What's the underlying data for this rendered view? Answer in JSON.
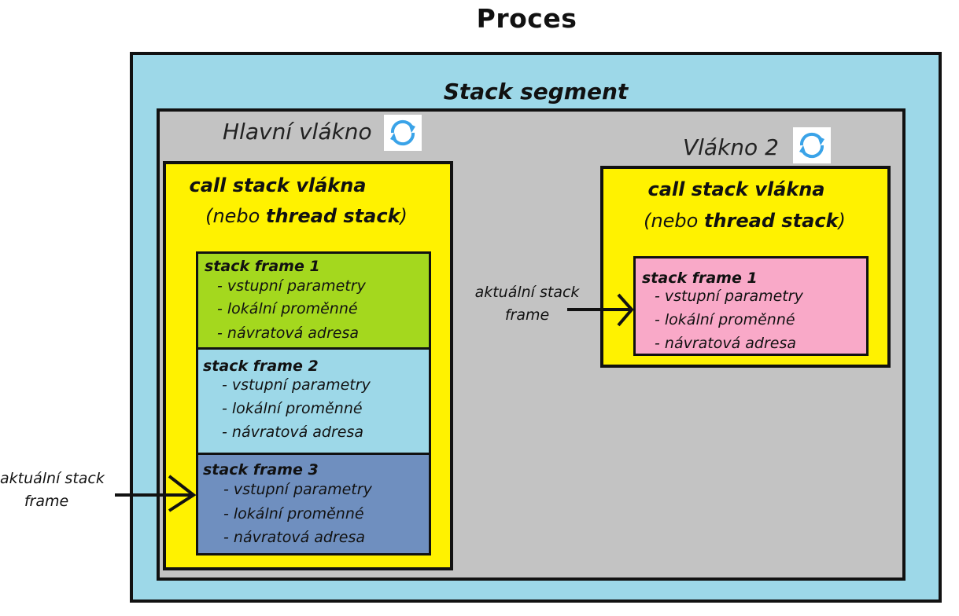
{
  "title": "Proces",
  "segment_label": "Stack segment",
  "threads": [
    {
      "name": "Hlavní vlákno",
      "icon": "refresh-icon",
      "callstack_title": "call stack vlákna",
      "callstack_sub_prefix": "(nebo ",
      "callstack_sub_bold": "thread stack",
      "callstack_sub_suffix": ")",
      "frames": [
        {
          "title": "stack frame 1",
          "items": [
            "- vstupní parametry",
            "- lokální proměnné",
            "- návratová adresa"
          ],
          "color": "#a4d81e"
        },
        {
          "title": "stack frame 2",
          "items": [
            "- vstupní parametry",
            "- lokální proměnné",
            "- návratová adresa"
          ],
          "color": "#9dd8e8"
        },
        {
          "title": "stack frame 3",
          "items": [
            "- vstupní parametry",
            "- lokální proměnné",
            "- návratová adresa"
          ],
          "color": "#6f8fbf"
        }
      ]
    },
    {
      "name": "Vlákno 2",
      "icon": "refresh-icon",
      "callstack_title": "call stack vlákna",
      "callstack_sub_prefix": "(nebo ",
      "callstack_sub_bold": "thread stack",
      "callstack_sub_suffix": ")",
      "frames": [
        {
          "title": "stack frame 1",
          "items": [
            "- vstupní parametry",
            "- lokální proměnné",
            "- návratová adresa"
          ],
          "color": "#f9a9c8"
        }
      ]
    }
  ],
  "pointer_labels": [
    {
      "line1": "aktuální stack",
      "line2": "frame"
    },
    {
      "line1": "aktuální stack",
      "line2": "frame"
    }
  ],
  "colors": {
    "process_bg": "#9dd8e8",
    "segment_bg": "#c3c3c3",
    "callstack_bg": "#fff200",
    "icon_color": "#3aa3e8"
  }
}
